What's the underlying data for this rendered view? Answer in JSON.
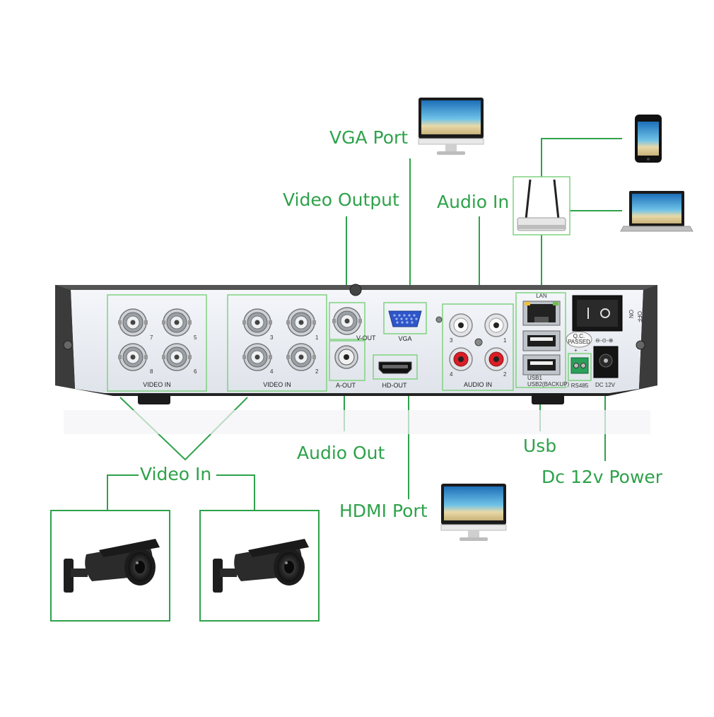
{
  "callouts": {
    "vga_port": "VGA Port",
    "video_output": "Video Output",
    "audio_in": "Audio In",
    "audio_out": "Audio Out",
    "hdmi_port": "HDMI Port",
    "usb": "Usb",
    "dc_power": "Dc 12v Power",
    "video_in": "Video In"
  },
  "panel": {
    "video_in_left": "VIDEO IN",
    "video_in_right": "VIDEO IN",
    "v_out": "V-OUT",
    "vga": "VGA",
    "a_out": "A-OUT",
    "hd_out": "HD-OUT",
    "audio_in": "AUDIO IN",
    "lan": "LAN",
    "usb1": "USB1",
    "usb2": "USB2(BACKUP)",
    "rs485": "RS485",
    "dc12v": "DC 12V",
    "qc_line1": "Q.C.",
    "qc_line2": "PASSED",
    "switch_on": "ON",
    "switch_off": "OFF",
    "plus": "+",
    "minus": "−",
    "bnc_left": [
      "7",
      "5",
      "8",
      "6"
    ],
    "bnc_right": [
      "3",
      "1",
      "4",
      "2"
    ],
    "audio_nums": [
      "3",
      "1",
      "4",
      "2"
    ]
  },
  "colors": {
    "callout_green": "#2ea24a",
    "highlight_green": "#7fd27f",
    "case_dark": "#3a3a3a",
    "panel_face": "#e9ecf2"
  }
}
